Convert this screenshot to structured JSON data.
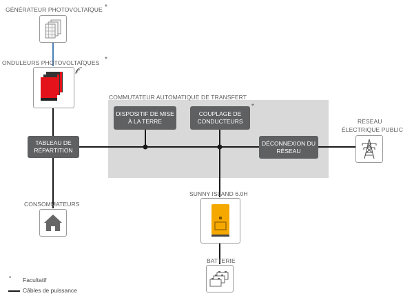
{
  "nodes": {
    "pv_generator": {
      "label": "GÉNÉRATEUR PHOTOVOLTAÏQUE",
      "optional_mark": "*"
    },
    "pv_inverters": {
      "label": "ONDULEURS PHOTOVOLTAÏQUES",
      "optional_mark": "*"
    },
    "ats": {
      "label": "COMMUTATEUR AUTOMATIQUE DE TRANSFERT"
    },
    "grounding": {
      "label": "DISPOSITIF DE MISE À LA TERRE"
    },
    "coupling": {
      "label": "COUPLAGE DE CONDUCTEURS",
      "optional_mark": "*"
    },
    "distribution": {
      "label": "TABLEAU DE RÉPARTITION"
    },
    "disconnect": {
      "label": "DÉCONNEXION DU RÉSEAU"
    },
    "grid": {
      "label_line1": "RÉSEAU",
      "label_line2": "ÉLECTRIQUE PUBLIC"
    },
    "loads": {
      "label": "CONSOMMATEURS"
    },
    "sunny_island": {
      "label": "SUNNY ISLAND 6.0H"
    },
    "battery": {
      "label": "BATTERIE"
    }
  },
  "legend": {
    "optional": {
      "symbol": "*",
      "text": "Facultatif"
    },
    "cables": {
      "text": "Câbles de puissance"
    }
  },
  "colors": {
    "line": "#1a1a1a",
    "box": "#5f6062",
    "ats_area": "#d9d9d9",
    "pv_link": "#4a7fb5",
    "inverter_red": "#e3121b",
    "sunny_island_yellow": "#f5a800"
  }
}
